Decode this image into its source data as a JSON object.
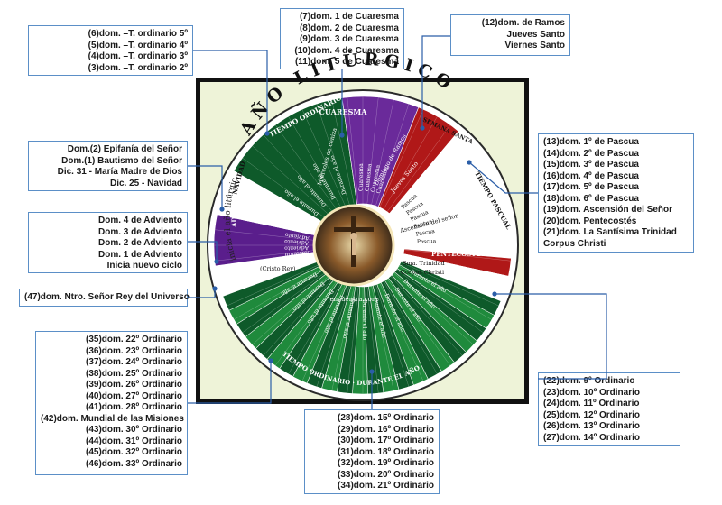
{
  "title": "AÑO LITÚRGICO",
  "center_label": "encuentra.com",
  "outer_ring_label": "inicia el año litúrgico",
  "seasons": {
    "adviento": "ADVIENTO",
    "navidad": "NAVIDAD",
    "tiempo_ordinario": "TIEMPO ORDINARIO",
    "cuaresma": "CUARESMA",
    "semana_santa": "SEMANA SANTA",
    "tiempo_pascual": "TIEMPO PASCUAL",
    "pentecostes": "PENTECOSTÉS",
    "tiempo_ordinario_bottom": "TIEMPO ORDINARIO · DURANTE EL AÑO"
  },
  "wheel_labels": {
    "ceniza": "Miércoles de ceniza",
    "ramos": "Domingo de Ramos",
    "jueves": "Jueves Santo",
    "ascension": "Ascensión del señor",
    "santisima": "Sma. Trinidad",
    "corpus": "Corpus Christi",
    "cristo_rey": "(Cristo Rey)",
    "durante": "Durante el año",
    "cuaresma_item": "Cuaresma",
    "pascua_item": "Pascua",
    "adviento_item": "Adviento"
  },
  "callouts": {
    "to_early": [
      "(6)dom. –T. ordinario 5º",
      "(5)dom. –T. ordinario 4º",
      "(4)dom. –T. ordinario 3º",
      "(3)dom. –T. ordinario 2º"
    ],
    "cuaresma": [
      "(7)dom. 1 de Cuaresma",
      "(8)dom. 2 de Cuaresma",
      "(9)dom. 3 de Cuaresma",
      "(10)dom. 4 de Cuaresma",
      "(11)dom. 5 de Cuaresma"
    ],
    "ramos": [
      "(12)dom. de Ramos",
      "Jueves Santo",
      "Viernes Santo"
    ],
    "navidad": [
      "Dom.(2) Epifanía del Señor",
      "Dom.(1) Bautismo del Señor",
      "Dic. 31 - María Madre de Dios",
      "Dic. 25 - Navidad"
    ],
    "adviento": [
      "Dom. 4 de Adviento",
      "Dom. 3 de Adviento",
      "Dom. 2 de Adviento",
      "Dom. 1 de Adviento",
      "Inicia nuevo ciclo"
    ],
    "cristo_rey": [
      "(47)dom. Ntro. Señor Rey del Universo"
    ],
    "pascua": [
      "(13)dom. 1º de Pascua",
      "(14)dom. 2º de Pascua",
      "(15)dom. 3º de Pascua",
      "(16)dom. 4º de Pascua",
      "(17)dom. 5º de Pascua",
      "(18)dom. 6º de Pascua",
      "(19)dom. Ascensión del Señor",
      "(20)dom. Pentecostés",
      "(21)dom. La Santísima Trinidad",
      "Corpus Christi"
    ],
    "to_late": [
      "(35)dom. 22º Ordinario",
      "(36)dom. 23º Ordinario",
      "(37)dom. 24º Ordinario",
      "(38)dom. 25º Ordinario",
      "(39)dom. 26º Ordinario",
      "(40)dom. 27º Ordinario",
      "(41)dom. 28º Ordinario",
      "(42)dom. Mundial de las Misiones",
      "(43)dom. 30º Ordinario",
      "(44)dom. 31º Ordinario",
      "(45)dom. 32º Ordinario",
      "(46)dom. 33º Ordinario"
    ],
    "to_middle": [
      "(28)dom. 15º Ordinario",
      "(29)dom. 16º Ordinario",
      "(30)dom. 17º Ordinario",
      "(31)dom. 18º Ordinario",
      "(32)dom. 19º Ordinario",
      "(33)dom. 20º Ordinario",
      "(34)dom. 21º Ordinario"
    ],
    "to_after_pascua": [
      "(22)dom. 9º Ordinario",
      "(23)dom. 10º Ordinario",
      "(24)dom. 11º Ordinario",
      "(25)dom. 12º Ordinario",
      "(26)dom. 13º Ordinario",
      "(27)dom. 14º Ordinario"
    ]
  },
  "colors": {
    "adviento": "#5a1e8c",
    "cuaresma": "#6a2a9a",
    "ordinario_dark": "#0e5a2a",
    "ordinario_light": "#1f8a3c",
    "semana_santa": "#b01818",
    "pascual": "#ffffff",
    "box_border": "#5b8fc7",
    "connector": "#2b5ea8"
  }
}
